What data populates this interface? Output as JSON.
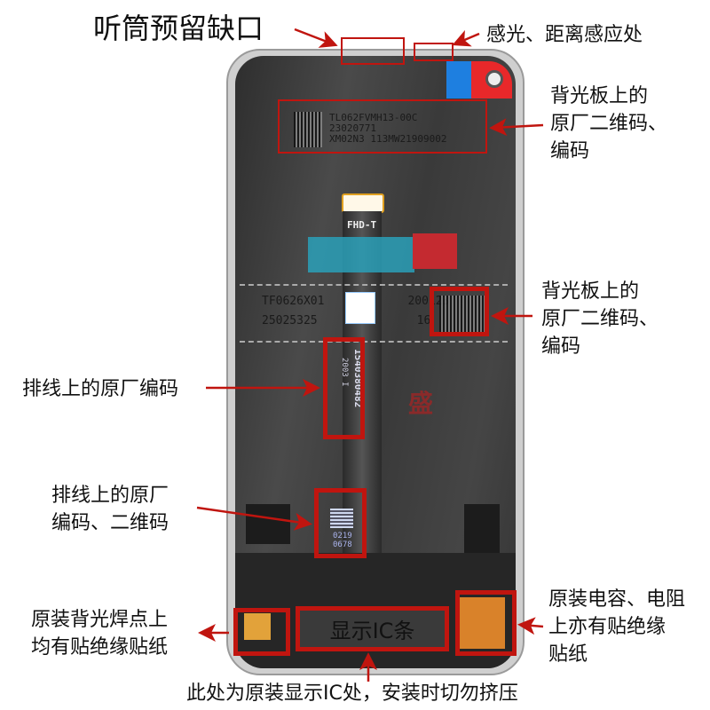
{
  "annotations": {
    "earpiece_notch": "听筒预留缺口",
    "sensor_area": "感光、距离感应处",
    "backlight_code_top": [
      "背光板上的",
      "原厂二维码、",
      "编码"
    ],
    "backlight_code_mid": [
      "背光板上的",
      "原厂二维码、",
      "编码"
    ],
    "flex_code": "排线上的原厂编码",
    "flex_code_qr": [
      "排线上的原厂",
      "编码、二维码"
    ],
    "backlight_solder": [
      "原装背光焊点上",
      "均有贴绝缘贴纸"
    ],
    "capacitor_resistor": [
      "原装电容、电阻",
      "上亦有贴绝缘",
      "贴纸"
    ],
    "display_ic_strip": "显示IC条",
    "ic_warning": "此处为原装显示IC处，安装时切勿挤压"
  },
  "phone": {
    "label_top": [
      "TL062FVMH13-00C",
      "23020771",
      "XM02N3 113MW21909002"
    ],
    "connector_label": "FHD-T",
    "label_mid_line1_left": "TF0626X01",
    "label_mid_line1_right": "200123",
    "label_mid_line2_left": "25025325",
    "label_mid_line2_right": "16",
    "flex_serial": "1540380482",
    "flex_serial_sub": "2003 I",
    "flex_qr_code": [
      "0219",
      "0678"
    ]
  },
  "colors": {
    "annotation_red": "#c0150f",
    "tape_blue": "#1e7fe0",
    "tape_red": "#e8282a",
    "teal_tape": "#2aa0b8"
  }
}
